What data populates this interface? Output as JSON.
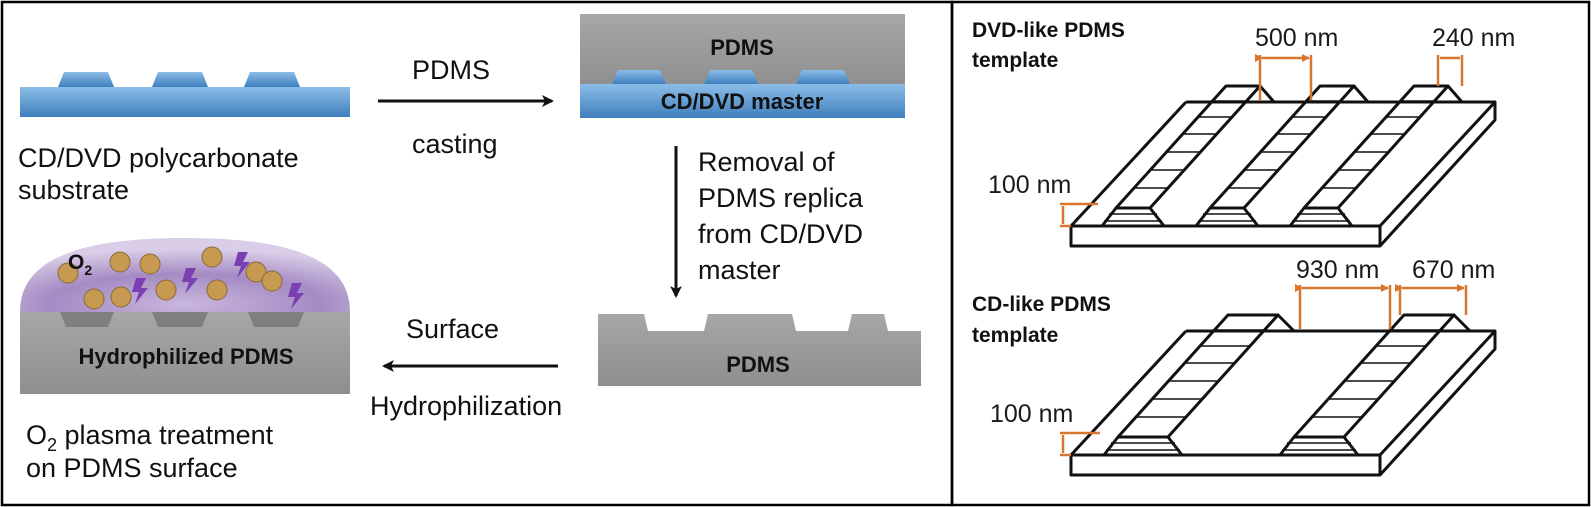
{
  "process": {
    "substrate_caption_line1": "CD/DVD polycarbonate",
    "substrate_caption_line2": "substrate",
    "step1_top": "PDMS",
    "step1_bottom": "casting",
    "cast_pdms_label": "PDMS",
    "master_label": "CD/DVD master",
    "step2_line1": "Removal of",
    "step2_line2": "PDMS replica",
    "step2_line3": "from CD/DVD",
    "step2_line4": "master",
    "replica_label": "PDMS",
    "step3_top": "Surface",
    "step3_bottom": "Hydrophilization",
    "o2_symbol": "O",
    "o2_subscript": "2",
    "hydrophilized_label": "Hydrophilized PDMS",
    "plasma_caption_o": "O",
    "plasma_caption_sub": "2",
    "plasma_caption_rest": " plasma treatment",
    "plasma_caption_line2": "on PDMS surface"
  },
  "dvd_template": {
    "title_line1": "DVD-like PDMS",
    "title_line2": "template",
    "pitch_label": "500 nm",
    "width_label": "240 nm",
    "depth_label": "100 nm"
  },
  "cd_template": {
    "title_line1": "CD-like PDMS",
    "title_line2": "template",
    "pitch_label": "930 nm",
    "width_label": "670 nm",
    "depth_label": "100 nm"
  },
  "colors": {
    "substrate_blue": "#5f9fd8",
    "pdms_gray": "#9a9a9a",
    "plasma_purple": "#8f6cb3",
    "particle_tan": "#c79a52",
    "dimension_orange": "#d9762e"
  }
}
